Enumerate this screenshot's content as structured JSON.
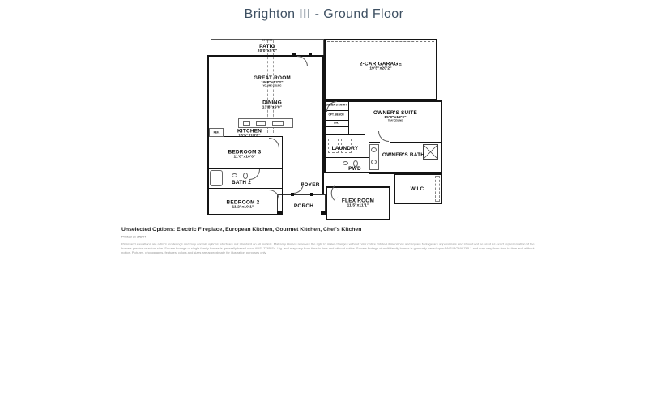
{
  "title": "Brighton III - Ground Floor",
  "plan": {
    "rooms": {
      "patio": {
        "tag": "COVERED",
        "name": "PATIO",
        "dims": "20'0\"x5'0\""
      },
      "great_room": {
        "name": "GREAT ROOM",
        "dims": "19'8\"x12'2\"",
        "note": "VOLUME CEILING"
      },
      "dining": {
        "name": "DINING",
        "dims": "13'8\"x9'0\""
      },
      "kitchen": {
        "name": "KITCHEN",
        "dims": "13'5\"x10'6\""
      },
      "garage": {
        "name": "2-CAR GARAGE",
        "dims": "19'5\"x20'2\""
      },
      "owners_entry": {
        "name": "OWNER'S ENTRY"
      },
      "opt_bench": {
        "name": "OPT. BENCH"
      },
      "linen": {
        "name": "LIN."
      },
      "owners_suite": {
        "name": "OWNER'S SUITE",
        "dims": "15'8\"x12'9\"",
        "note": "TRAY CEILING"
      },
      "laundry": {
        "name": "LAUNDRY"
      },
      "pwd": {
        "name": "PWD"
      },
      "owners_bath": {
        "name": "OWNER'S BATH"
      },
      "wic": {
        "name": "W.I.C."
      },
      "bedroom3": {
        "name": "BEDROOM 3",
        "dims": "11'0\"x10'0\""
      },
      "bath2": {
        "name": "BATH 2"
      },
      "bedroom2": {
        "name": "BEDROOM 2",
        "dims": "11'2\"x10'1\""
      },
      "foyer": {
        "name": "FOYER"
      },
      "porch": {
        "name": "PORCH"
      },
      "flex": {
        "name": "FLEX ROOM",
        "dims": "11'5\"x11'1\""
      },
      "ref": {
        "name": "REF."
      }
    }
  },
  "footer": {
    "unselected_options": "Unselected Options: Electric Fireplace, European Kitchen, Gourmet Kitchen, Chef's Kitchen",
    "printed_on": "Printed on 2/8/24",
    "disclaimer": "Plans and elevations are artist's renderings and may contain options which are not standard on all models. Mattamy Homes reserves the right to make changes without prior notice. Stated dimensions and square footage are approximate and should not be used as exact representation of the home's precise or actual size. Square footage of single family homes is generally based upon ANSI Z765 Sq. Ltg. and may vary from time to time and without notice. Square footage of multi family homes is generally based upon ANSI/BOMA Z65.1 and may vary from time to time and without notice. Pictures, photographs, features, colors and sizes are approximate for illustration purposes only."
  },
  "colors": {
    "title": "#3e5062",
    "wall": "#141414",
    "text": "#111111",
    "muted": "#999999"
  }
}
